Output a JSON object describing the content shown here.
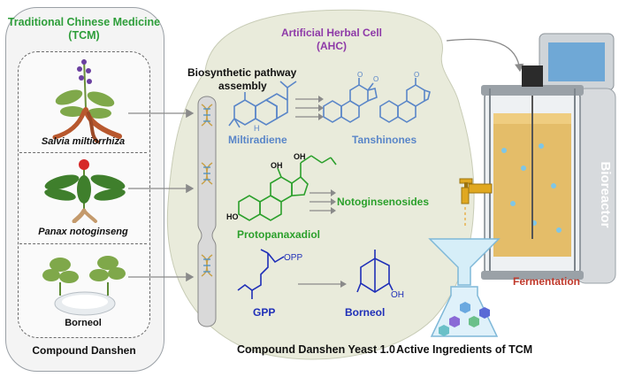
{
  "tcm": {
    "title_line1": "Traditional Chinese Medicine",
    "title_line2": "(TCM)",
    "plants": [
      "Salvia miltiorrhiza",
      "Panax notoginseng",
      "Borneol"
    ],
    "footer": "Compound Danshen"
  },
  "ahc": {
    "title_line1": "Artificial Herbal Cell",
    "title_line2": "(AHC)",
    "pathway_line1": "Biosynthetic pathway",
    "pathway_line2": "assembly",
    "footer": "Compound Danshen Yeast 1.0"
  },
  "compounds": {
    "miltiradiene": "Miltiradiene",
    "tanshinones": "Tanshinones",
    "protopanaxadiol": "Protopanaxadiol",
    "notoginsenosides": "Notoginsenosides",
    "gpp": "GPP",
    "borneol": "Borneol",
    "opp": "OPP",
    "oh": "OH",
    "ho": "HO",
    "h": "H"
  },
  "bioreactor": {
    "label": "Bioreactor",
    "fermentation": "Fermentation"
  },
  "product": {
    "label": "Active Ingredients of TCM"
  },
  "colors": {
    "tcm_green": "#2e9e3a",
    "ahc_purple": "#8e3aa8",
    "tanshinone_blue": "#5a86c8",
    "notoginseng_green": "#2ca02c",
    "borneol_blue": "#1f2fb8",
    "fermentation_red": "#c0392b",
    "cell_fill": "#e9ebdb"
  }
}
